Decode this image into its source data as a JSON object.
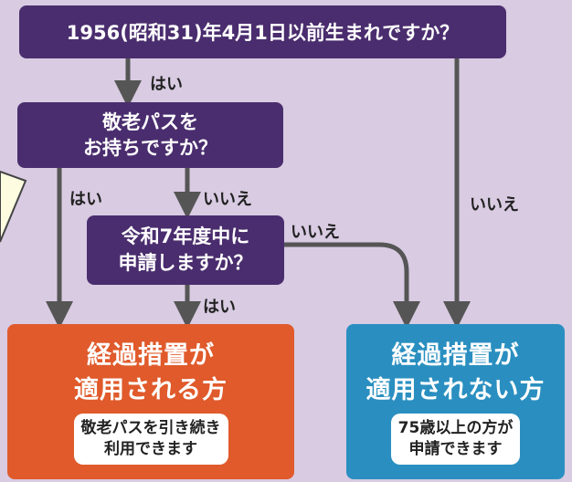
{
  "q1": "1956(昭和31)年4月1日以前生まれですか？",
  "q2": {
    "line1": "敬老パスを",
    "line2": "お持ちですか？"
  },
  "q3": {
    "line1": "令和7年度中に",
    "line2": "申請しますか？"
  },
  "labels": {
    "q1_yes": "はい",
    "q1_no": "いいえ",
    "q2_yes": "はい",
    "q2_no": "いいえ",
    "q3_yes": "はい",
    "q3_no": "いいえ"
  },
  "result_applies": {
    "title1": "経過措置が",
    "title2": "適用される方",
    "note1": "敬老パスを引き続き",
    "note2": "利用できます"
  },
  "result_not_applies": {
    "title1": "経過措置が",
    "title2": "適用されない方",
    "note1": "75歳以上の方が",
    "note2": "申請できます"
  },
  "colors": {
    "question_bg": "#4a2d6e",
    "applies_bg": "#e05a2b",
    "not_applies_bg": "#2a8fc0",
    "arrow": "#555555",
    "background": "#d8cbe2"
  }
}
